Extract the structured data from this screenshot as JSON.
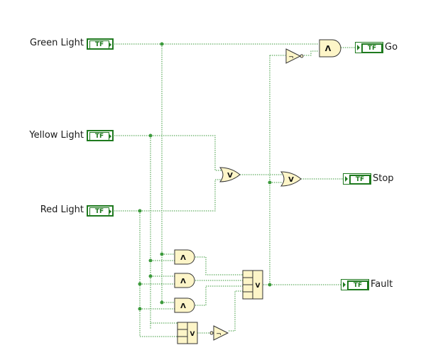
{
  "inputs": {
    "green": "Green Light",
    "yellow": "Yellow Light",
    "red": "Red Light"
  },
  "outputs": {
    "go": "Go",
    "stop": "Stop",
    "fault": "Fault"
  },
  "terminal_text": "TF",
  "gate_symbols": {
    "and": "Λ",
    "or": "V",
    "not": "¬"
  },
  "colors": {
    "wire": "#3c9a3c",
    "terminal": "#1f7a1f",
    "gate_fill": "#fdf5c8",
    "gate_stroke": "#333333"
  }
}
